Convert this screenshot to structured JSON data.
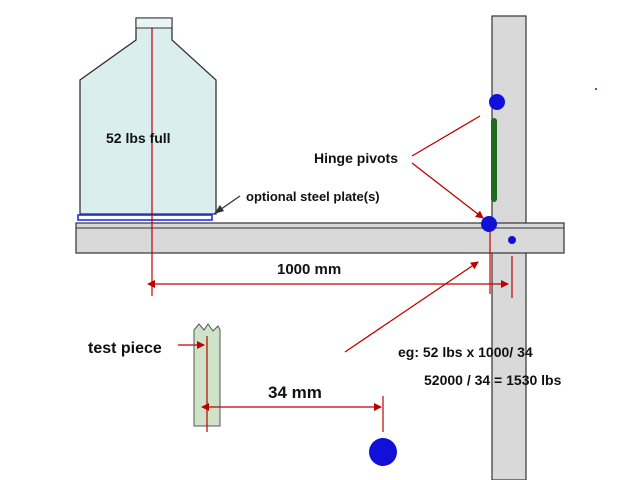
{
  "labels": {
    "bottle_weight": "52 lbs full",
    "optional_plate": "optional steel plate(s)",
    "hinge_pivots": "Hinge pivots",
    "lever_length": "1000 mm",
    "test_piece": "test piece",
    "short_arm": "34 mm",
    "example_line1": "eg: 52 lbs x 1000/ 34",
    "example_line2": "52000 / 34  = 1530 lbs"
  },
  "colors": {
    "bottle_fill": "#dbeeee",
    "outline": "#333333",
    "beam_fill": "#d9d9d9",
    "arrow_red": "#c00000",
    "pivot_blue": "#1010d8",
    "plate_blue": "#2030e0",
    "hinge_green": "#1e6a1e",
    "test_piece_fill": "#cfe3c8"
  }
}
